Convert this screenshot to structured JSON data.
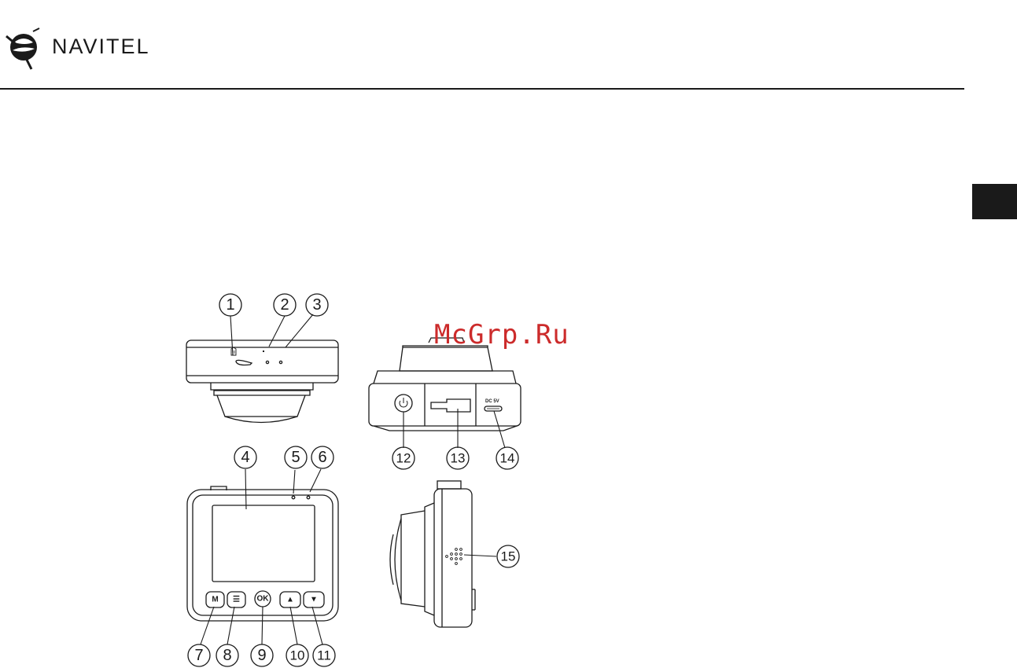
{
  "header": {
    "brand_name": "NAVITEL",
    "logo_icon": "navitel-globe-logo",
    "section_tab_color": "#1a1a1a"
  },
  "watermark": {
    "text": "McGrp.Ru",
    "color": "#cc2b2b"
  },
  "figure": {
    "callouts": [
      "1",
      "2",
      "3",
      "4",
      "5",
      "6",
      "7",
      "8",
      "9",
      "10",
      "11",
      "12",
      "13",
      "14",
      "15"
    ],
    "buttons": {
      "mode": "M",
      "menu": "☰",
      "ok": "OK",
      "up": "▲",
      "down": "▼"
    },
    "port_label": "DC  5V",
    "icons": [
      "power-icon",
      "sd-card-icon",
      "speaker-grille-icon"
    ]
  }
}
